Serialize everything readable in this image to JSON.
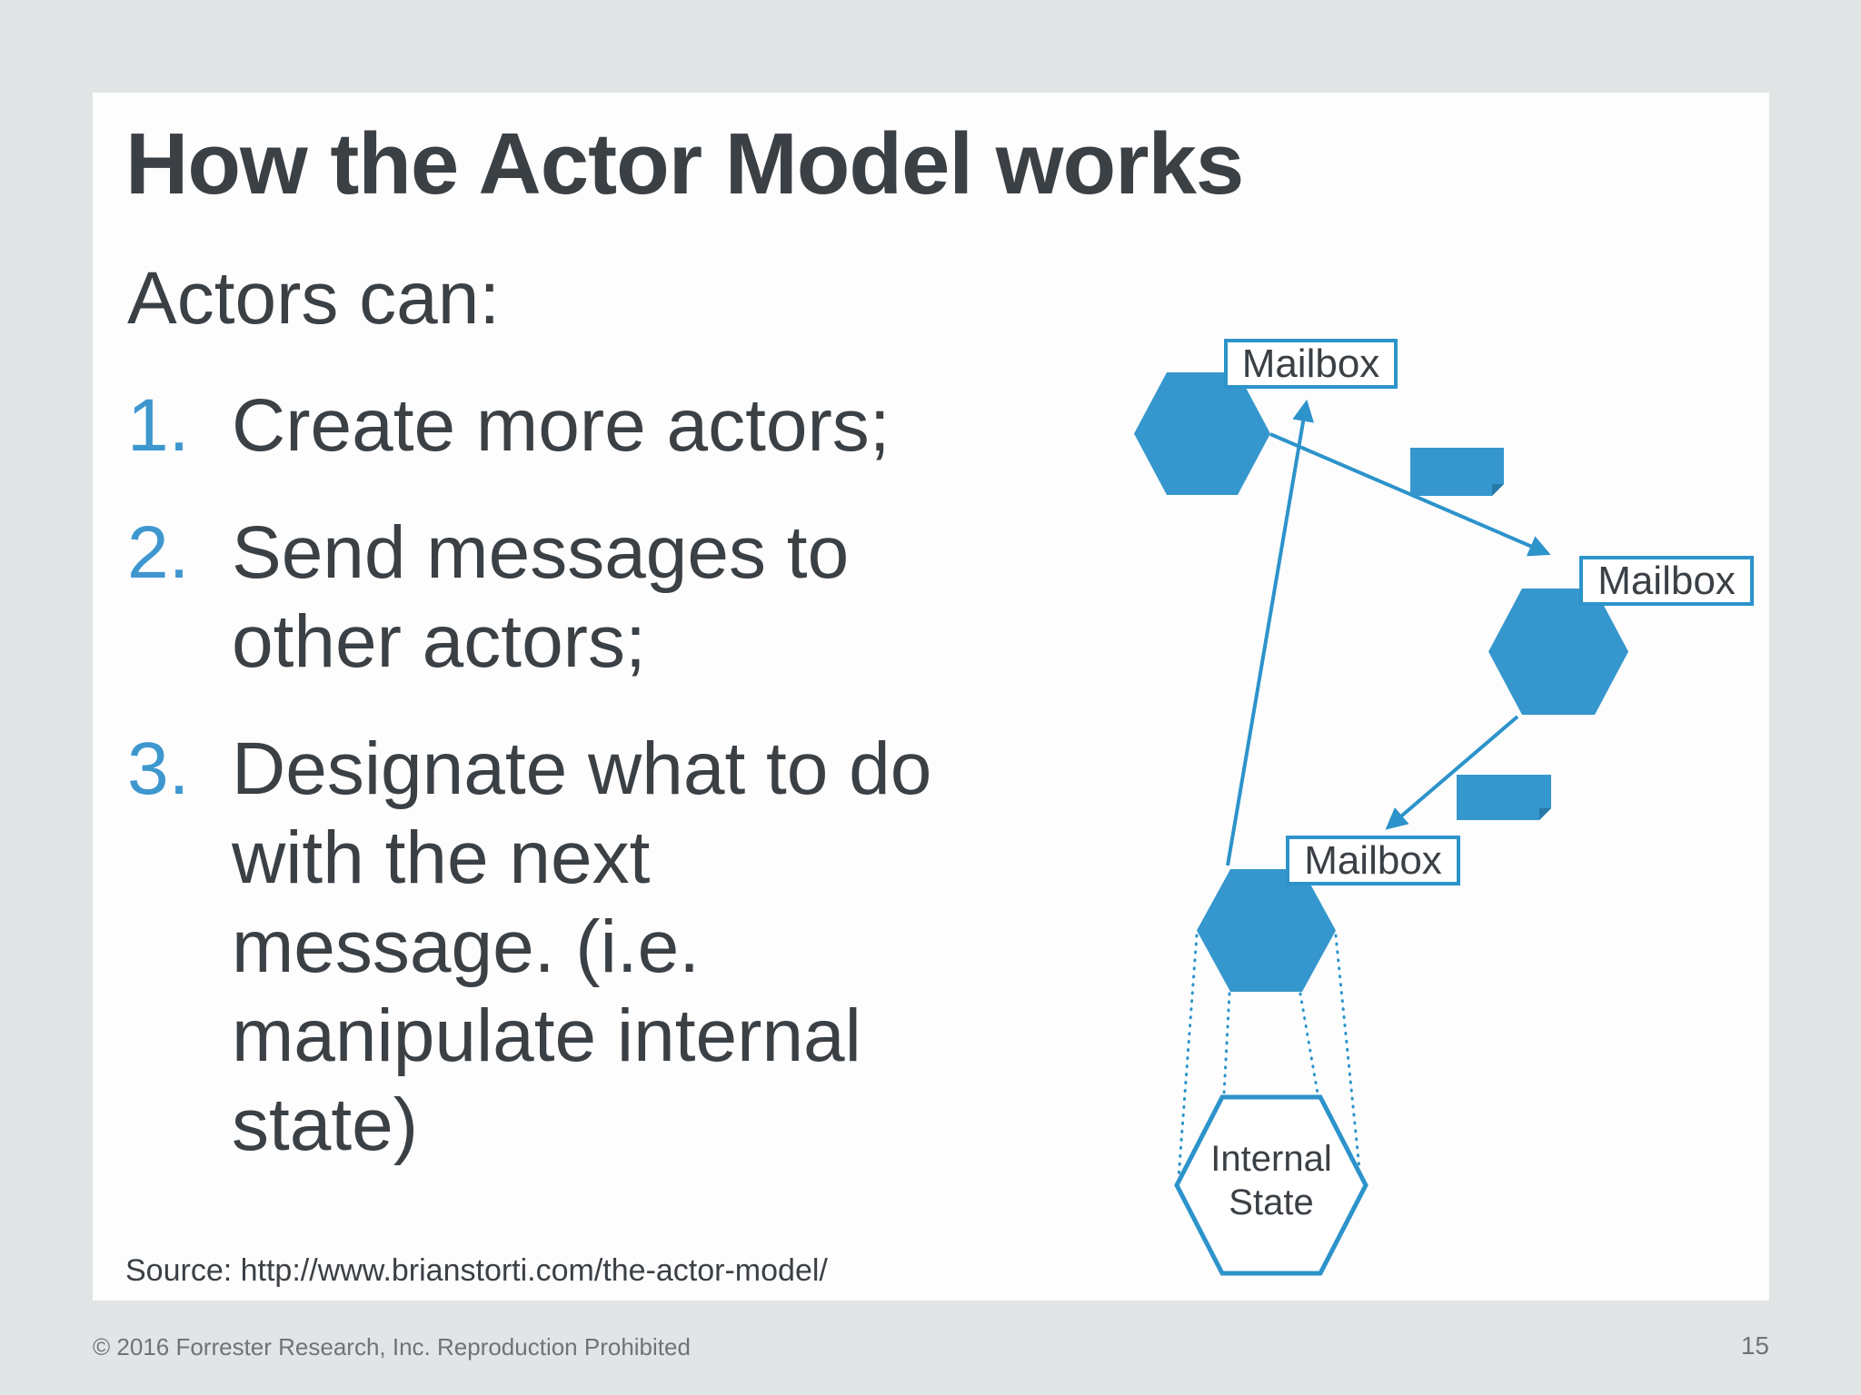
{
  "theme": {
    "page_bg": "#e2e5e6",
    "card_bg": "#fdfdfd",
    "text_dark": "#3b4045",
    "text_gray": "#6d7478",
    "accent_blue": "#3e97cf",
    "shape_blue": "#3597cd",
    "line_blue": "#2d93cb",
    "fold_blue": "#2779a8"
  },
  "slide": {
    "title": "How the Actor Model works",
    "intro": "Actors can:",
    "list": [
      {
        "number": "1.",
        "lines": [
          "Create more actors;"
        ]
      },
      {
        "number": "2.",
        "lines": [
          "Send messages to",
          "other actors;"
        ]
      },
      {
        "number": "3.",
        "lines": [
          "Designate what to do",
          "with the next",
          "message. (i.e.",
          "manipulate internal",
          "state)"
        ]
      }
    ],
    "source": "Source: http://www.brianstorti.com/the-actor-model/"
  },
  "diagram": {
    "mailboxes": [
      {
        "label": "Mailbox"
      },
      {
        "label": "Mailbox"
      },
      {
        "label": "Mailbox"
      }
    ],
    "internal_state_label": "Internal\nState"
  },
  "footer": {
    "copyright": "© 2016 Forrester Research, Inc. Reproduction Prohibited",
    "page_number": "15"
  }
}
